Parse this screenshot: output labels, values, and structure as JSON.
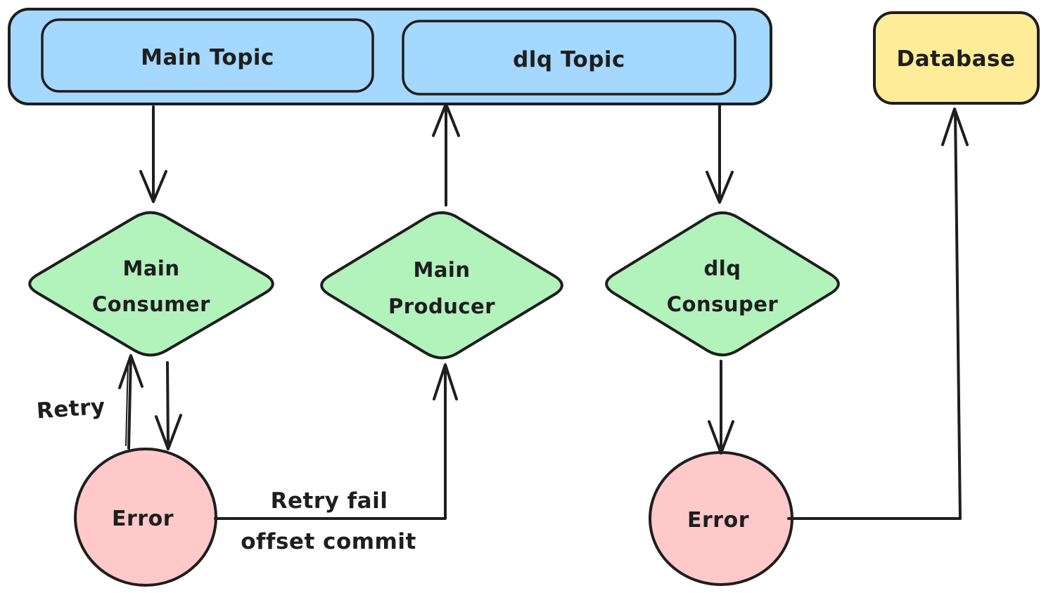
{
  "colors": {
    "topic_fill": "#a5d8ff",
    "process_fill": "#b2f2bb",
    "error_fill": "#ffc9c9",
    "database_fill": "#ffec99",
    "stroke": "#1e1e1e"
  },
  "nodes": {
    "main_topic": {
      "label": "Main Topic"
    },
    "dlq_topic": {
      "label": "dlq Topic"
    },
    "database": {
      "label": "Database"
    },
    "main_consumer": {
      "line1": "Main",
      "line2": "Consumer"
    },
    "main_producer": {
      "line1": "Main",
      "line2": "Producer"
    },
    "dlq_consumer": {
      "line1": "dlq",
      "line2": "Consuper"
    },
    "error_left": {
      "label": "Error"
    },
    "error_right": {
      "label": "Error"
    }
  },
  "edges": {
    "main_topic_to_main_consumer": {
      "from": "Main Topic",
      "to": "Main Consumer"
    },
    "main_producer_to_dlq_topic": {
      "from": "Main Producer",
      "to": "dlq Topic"
    },
    "dlq_topic_to_dlq_consumer": {
      "from": "dlq Topic",
      "to": "dlq Consuper"
    },
    "main_consumer_to_error_left": {
      "from": "Main Consumer",
      "to": "Error"
    },
    "error_left_to_main_consumer": {
      "from": "Error",
      "to": "Main Consumer",
      "label": "Retry"
    },
    "error_left_to_main_producer": {
      "from": "Error",
      "to": "Main Producer",
      "label_line1": "Retry fail",
      "label_line2": "offset commit"
    },
    "dlq_consumer_to_error_right": {
      "from": "dlq Consuper",
      "to": "Error"
    },
    "error_right_to_database": {
      "from": "Error",
      "to": "Database"
    }
  }
}
